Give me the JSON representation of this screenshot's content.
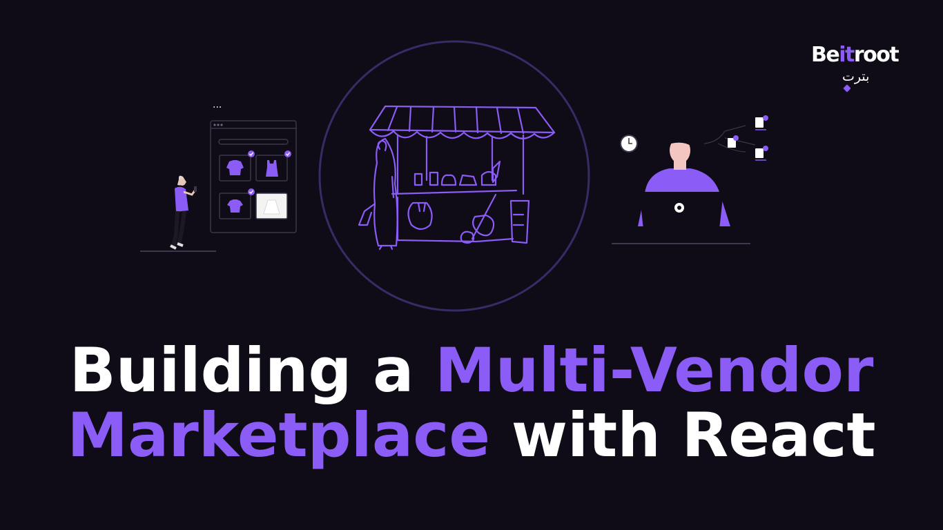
{
  "brand": {
    "name_prefix": "Be",
    "name_highlight": "it",
    "name_suffix": "root",
    "arabic": "بترت"
  },
  "headline": {
    "line1_white": "Building a ",
    "line1_accent": "Multi-Vendor",
    "line2_accent": "Marketplace",
    "line2_white": " with React"
  },
  "illustration": {
    "dots_label": "..."
  },
  "colors": {
    "background": "#0f0c17",
    "accent": "#8b5cf6",
    "text": "#ffffff",
    "circle": "#3a2a66"
  }
}
